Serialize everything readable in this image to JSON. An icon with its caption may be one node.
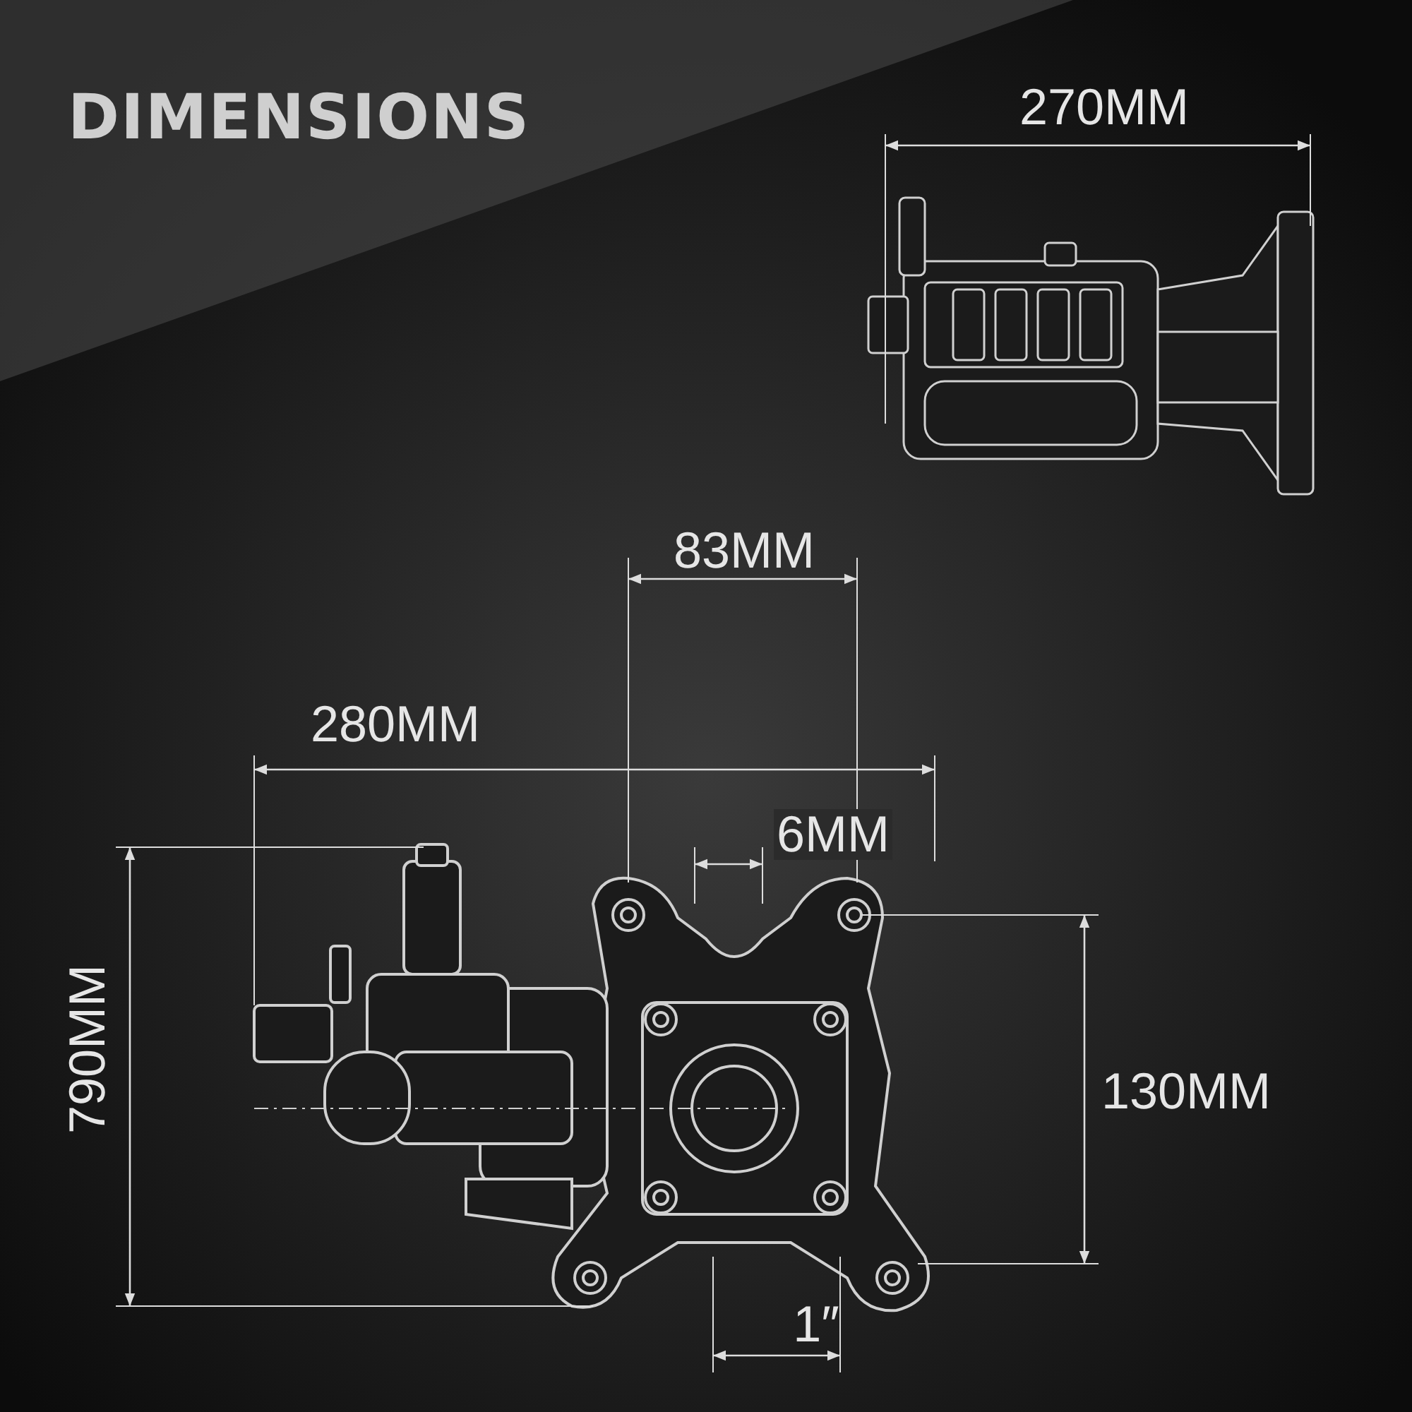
{
  "diagram": {
    "title": "DIMENSIONS",
    "labels": [
      "270MM",
      "83MM",
      "280MM",
      "6MM",
      "790MM",
      "130MM",
      "1″"
    ]
  }
}
